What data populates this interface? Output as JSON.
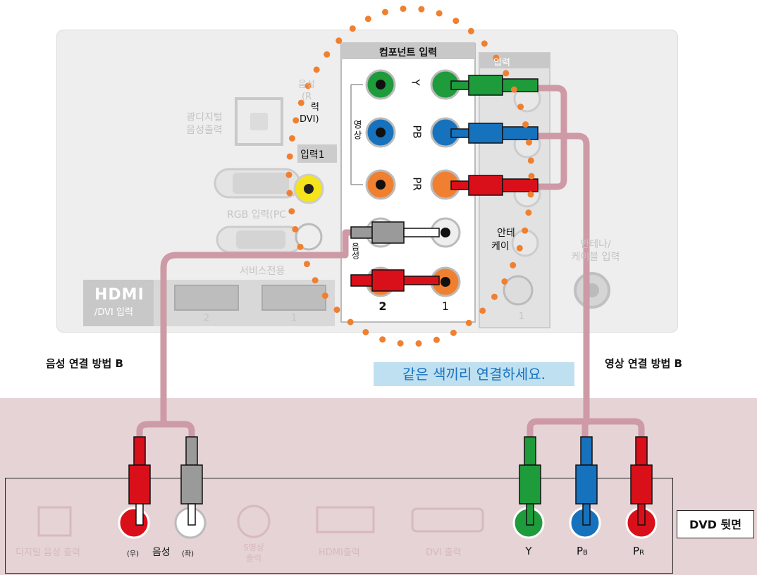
{
  "tv_panel": {
    "component_header": "컴포넌트 입력",
    "input_header_partial": "입력",
    "video_side_label": "영상",
    "audio_side_label": "음성",
    "ports_component": [
      "Y",
      "PB",
      "PR"
    ],
    "jack_numbers": [
      "2",
      "1"
    ],
    "optical_label_line1": "광디지털",
    "optical_label_line2": "음성출력",
    "audio_rl_partial_line1": "음성",
    "audio_rl_partial_line2": "(R",
    "dvi_partial_line1": "력",
    "dvi_partial_line2": "DVI)",
    "input1_label": "입력1",
    "rgb_label": "RGB 입력(PC",
    "service_label": "서비스전용",
    "hdmi_logo": "HDMI",
    "hdmi_label": "/DVI 입력",
    "hdmi_numbers": [
      "2",
      "1"
    ],
    "antenna_partial_line1": "안테",
    "antenna_partial_line2": "케이",
    "antenna_label_line1": "안테나/",
    "antenna_label_line2": "케이블 입력",
    "right_jack_number": "1"
  },
  "captions": {
    "audio_method": "음성 연결 방법 B",
    "video_method": "영상 연결 방법 B",
    "same_color": "같은 색끼리 연결하세요."
  },
  "dvd": {
    "box_label": "DVD 뒷면",
    "optical_label": "디지털 음성 출력",
    "audio_right": "(우)",
    "audio_label": "음성",
    "audio_left": "(좌)",
    "svideo_line1": "S영상",
    "svideo_line2": "출력",
    "hdmi_out": "HDMI출력",
    "dvi_out": "DVI 출력",
    "y_label": "Y",
    "pb_label": "P",
    "pb_sub": "B",
    "pr_label": "P",
    "pr_sub": "R"
  },
  "colors": {
    "green": "#1e9b3a",
    "blue": "#1672bd",
    "red": "#d9101a",
    "gray": "#9a9a9a",
    "orange": "#f08030",
    "yellow": "#f5e41a",
    "cable": "#cd9aa6",
    "dot": "#f08030",
    "dvd_bg": "#e5d3d5",
    "caption_bg": "#bfe0f0",
    "caption_text": "#1a73c0"
  }
}
